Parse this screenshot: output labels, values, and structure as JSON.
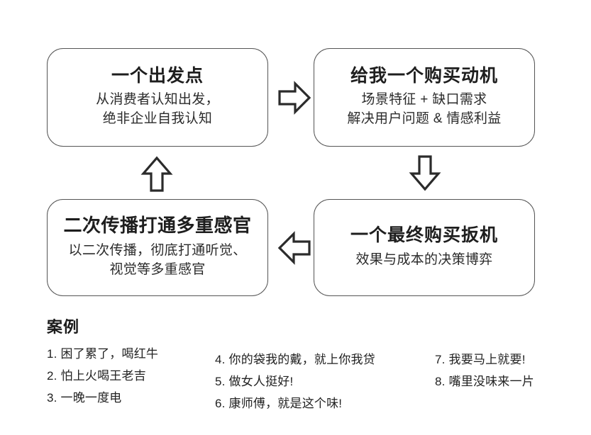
{
  "boxes": {
    "top_left": {
      "title": "一个出发点",
      "line1": "从消费者认知出发，",
      "line2": "绝非企业自我认知"
    },
    "top_right": {
      "title": "给我一个购买动机",
      "line1": "场景特征 + 缺口需求",
      "line2": "解决用户问题 & 情感利益"
    },
    "bottom_left": {
      "title": "二次传播打通多重感官",
      "line1": "以二次传播，彻底打通听觉、",
      "line2": "视觉等多重感官"
    },
    "bottom_right": {
      "title": "一个最终购买扳机",
      "line1": "效果与成本的决策博弈",
      "line2": ""
    }
  },
  "arrows": {
    "right": "arrow-right-icon",
    "down": "arrow-down-icon",
    "left": "arrow-left-icon",
    "up": "arrow-up-icon"
  },
  "cases": {
    "heading": "案例",
    "column_1": [
      "1. 困了累了，喝红牛",
      "2. 怕上火喝王老吉",
      "3. 一晚一度电"
    ],
    "column_2": [
      "4. 你的袋我的戴，就上你我贷",
      "5. 做女人挺好!",
      "6. 康师傅，就是这个味!"
    ],
    "column_3": [
      "7. 我要马上就要!",
      "8. 嘴里没味来一片"
    ]
  },
  "colors": {
    "border": "#555555",
    "text": "#222222",
    "arrow": "#2b2b2b",
    "background": "#ffffff"
  }
}
